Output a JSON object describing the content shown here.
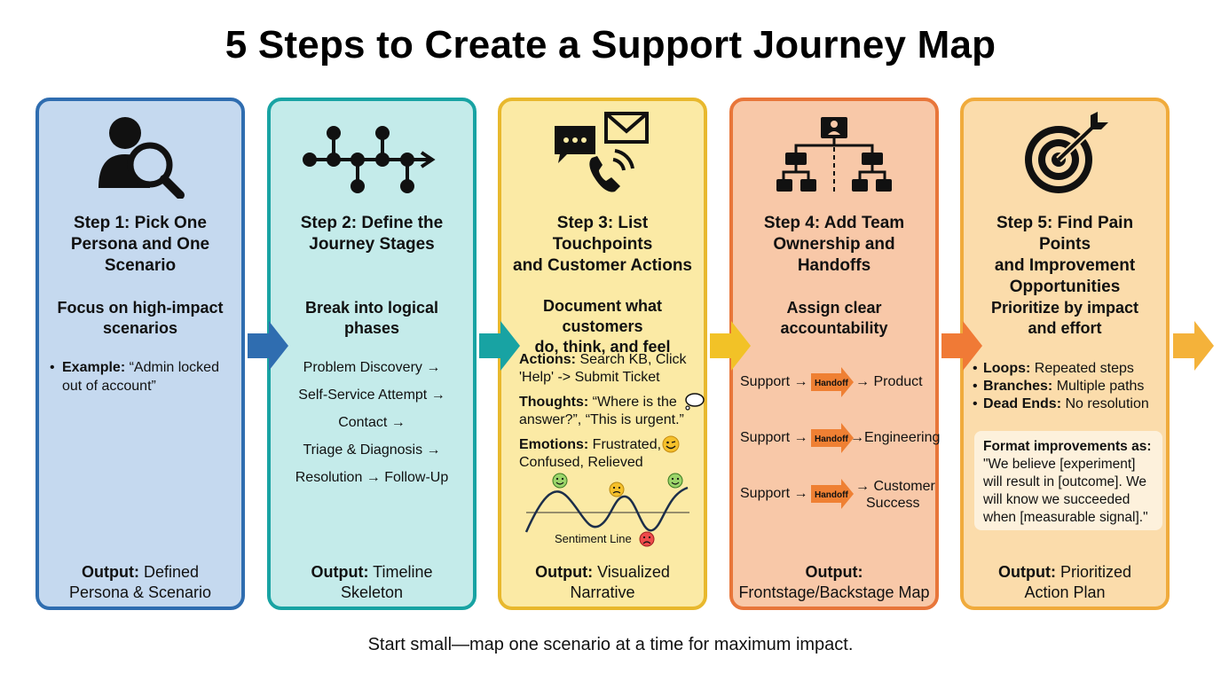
{
  "title": "5 Steps to Create a Support Journey Map",
  "footer": "Start small—map one scenario at a time for maximum impact.",
  "output_label": "Output:",
  "steps": [
    {
      "title_lines": [
        "Step 1: Pick One",
        "Persona and One",
        "Scenario"
      ],
      "subtitle_lines": [
        "Focus on high-impact",
        "scenarios"
      ],
      "bullet_label": "Example:",
      "bullet_text_lines": [
        "“Admin locked",
        "out of account”"
      ],
      "output_lines": [
        "Defined",
        "Persona & Scenario"
      ],
      "icon": "persona-search-icon",
      "color": "#2f6db0"
    },
    {
      "title_lines": [
        "Step 2: Define the",
        "Journey Stages"
      ],
      "subtitle_lines": [
        "Break into logical",
        "phases"
      ],
      "stages": [
        "Problem Discovery →",
        "Self-Service Attempt →",
        "Contact →",
        "Triage & Diagnosis →",
        "Resolution → Follow-Up"
      ],
      "output_lines": [
        "Timeline",
        "Skeleton"
      ],
      "icon": "timeline-icon",
      "color": "#18a3a3"
    },
    {
      "title_lines": [
        "Step 3: List Touchpoints",
        "and Customer Actions"
      ],
      "subtitle_lines": [
        "Document what customers",
        "do, think, and feel"
      ],
      "actions_label": "Actions:",
      "actions_lines": [
        "Search KB, Click",
        "'Help' -> Submit Ticket"
      ],
      "thoughts_label": "Thoughts:",
      "thoughts_lines": [
        "“Where is the",
        "answer?”, “This is urgent.”"
      ],
      "emotions_label": "Emotions:",
      "emotions_lines": [
        "Frustrated,",
        "Confused, Relieved"
      ],
      "sentiment_label": "Sentiment Line",
      "output_lines": [
        "Visualized",
        "Narrative"
      ],
      "icon": "touchpoints-icon",
      "color": "#e8b82d"
    },
    {
      "title_lines": [
        "Step 4: Add Team",
        "Ownership and",
        "Handoffs"
      ],
      "subtitle_lines": [
        "Assign clear",
        "accountability"
      ],
      "handoffs": [
        {
          "from": "Support →",
          "badge": "Handoff",
          "to_lines": [
            "→ Product"
          ]
        },
        {
          "from": "Support →",
          "badge": "Handoff",
          "to_lines": [
            "→Engineering"
          ]
        },
        {
          "from": "Support →",
          "badge": "Handoff",
          "to_lines": [
            "→ Customer",
            "Success"
          ]
        }
      ],
      "output_lines": [
        "Frontstage/Backstage Map"
      ],
      "icon": "org-chart-icon",
      "color": "#e8763a"
    },
    {
      "title_lines": [
        "Step 5: Find Pain Points",
        "and Improvement",
        "Opportunities"
      ],
      "subtitle_lines": [
        "Prioritize by impact",
        "and effort"
      ],
      "pains": [
        {
          "label": "Loops:",
          "text": "Repeated steps"
        },
        {
          "label": "Branches:",
          "text": "Multiple paths"
        },
        {
          "label": "Dead Ends:",
          "text": "No resolution"
        }
      ],
      "note_label": "Format improvements as:",
      "note_lines": [
        "\"We believe [experiment]",
        "will result in [outcome]. We",
        "will know we succeeded",
        "when [measurable signal].\""
      ],
      "output_lines": [
        "Prioritized",
        "Action Plan"
      ],
      "icon": "target-icon",
      "color": "#f0ab3c"
    }
  ],
  "colors": {
    "arrow1": "#2f6db0",
    "arrow2": "#18a3a3",
    "arrow3": "#f2c227",
    "arrow4": "#f07a36",
    "arrow5": "#f4b23a",
    "handoff_badge": "#ef8033"
  }
}
